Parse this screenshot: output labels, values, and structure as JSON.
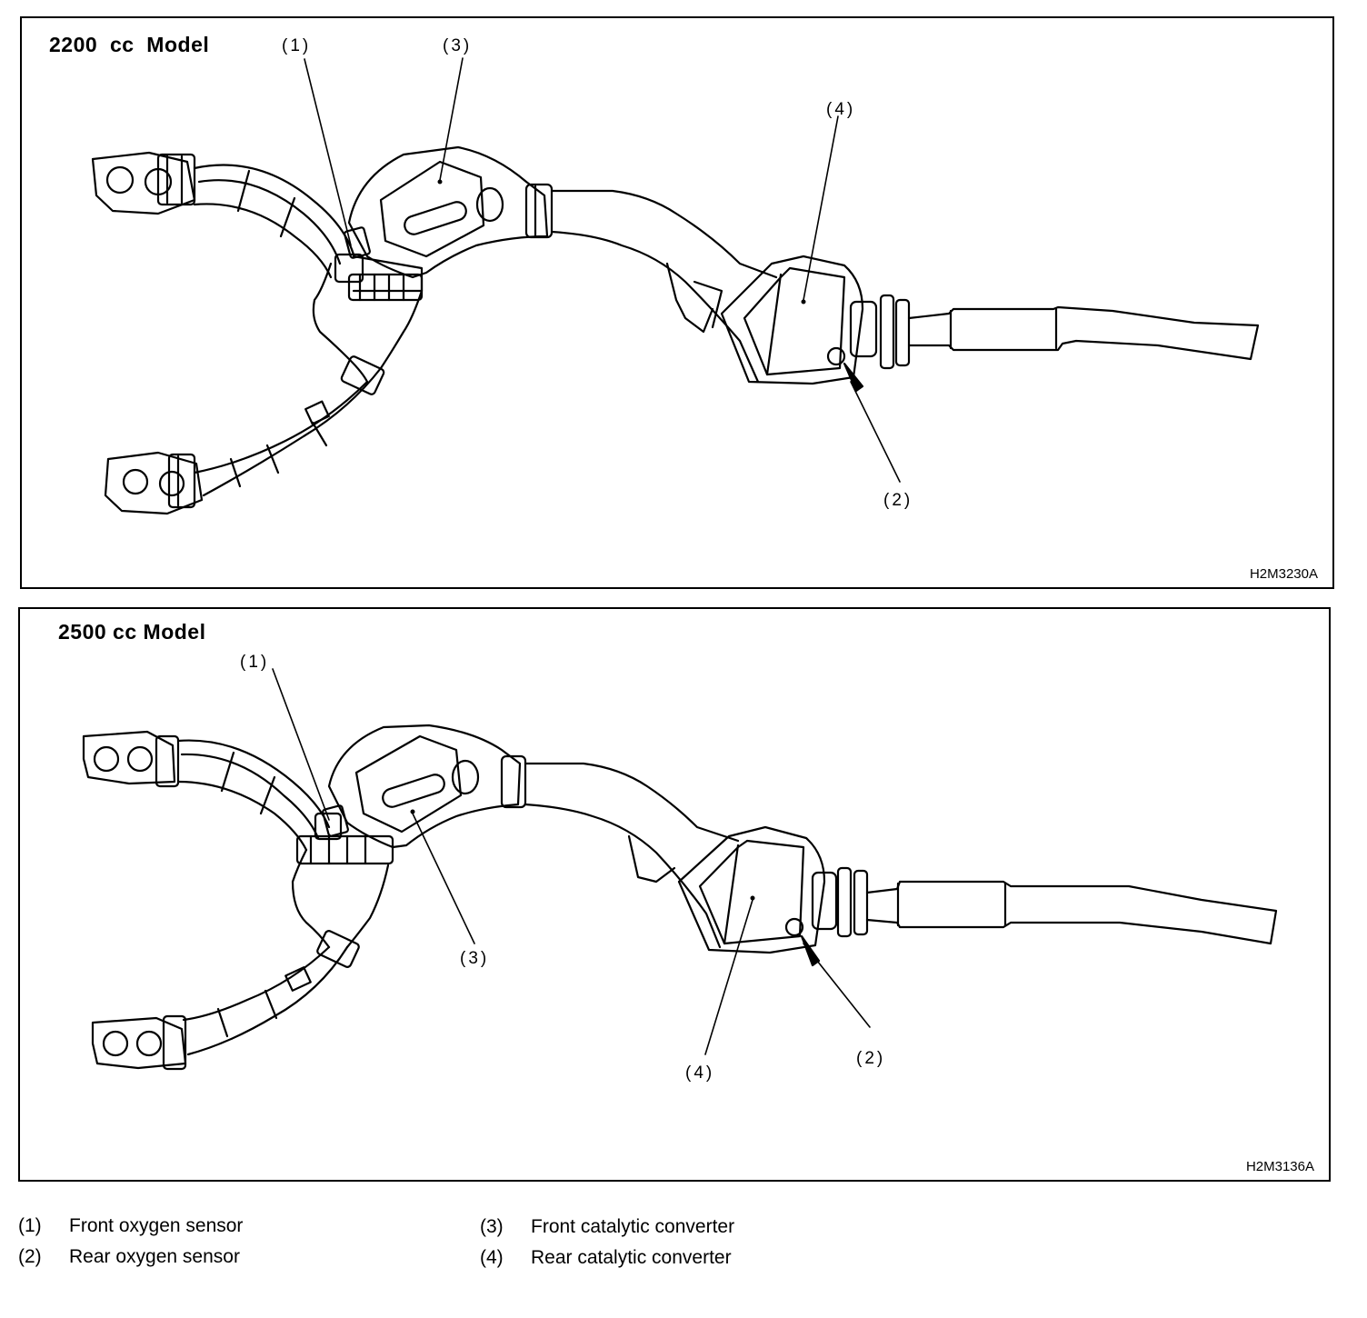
{
  "panels": [
    {
      "title": "2200  cc  Model",
      "code": "H2M3230A",
      "callouts": {
        "c1": "(1)",
        "c2": "(2)",
        "c3": "(3)",
        "c4": "(4)"
      }
    },
    {
      "title": "2500 cc Model",
      "code": "H2M3136A",
      "callouts": {
        "c1": "(1)",
        "c2": "(2)",
        "c3": "(3)",
        "c4": "(4)"
      }
    }
  ],
  "legend": [
    {
      "num": "(1)",
      "text": "Front oxygen sensor"
    },
    {
      "num": "(2)",
      "text": "Rear oxygen sensor"
    },
    {
      "num": "(3)",
      "text": "Front catalytic converter"
    },
    {
      "num": "(4)",
      "text": "Rear catalytic converter"
    }
  ]
}
